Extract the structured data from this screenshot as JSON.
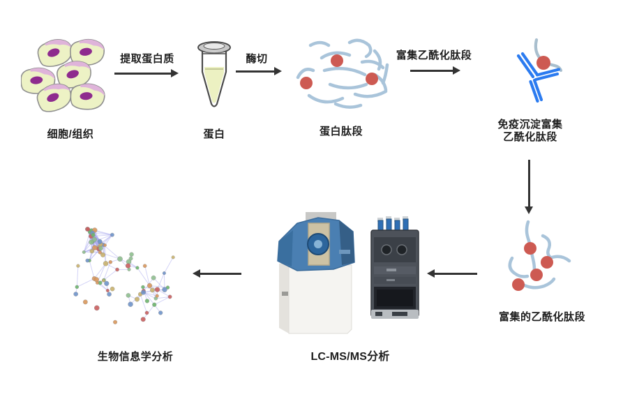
{
  "labels": {
    "cells": "细胞/组织",
    "extract_arrow": "提取蛋白质",
    "protein": "蛋白",
    "digest_arrow": "酶切",
    "peptides": "蛋白肽段",
    "enrich_arrow": "富集乙酰化肽段",
    "ip_line1": "免疫沉淀富集",
    "ip_line2": "乙酰化肽段",
    "enriched_peptides": "富集的乙酰化肽段",
    "lcms": "LC-MS/MS分析",
    "bioinformatics": "生物信息学分析"
  },
  "flow_order": [
    "细胞/组织",
    "提取蛋白质",
    "蛋白",
    "酶切",
    "蛋白肽段",
    "富集乙酰化肽段",
    "免疫沉淀富集乙酰化肽段",
    "富集的乙酰化肽段",
    "LC-MS/MS分析",
    "生物信息学分析"
  ],
  "icons": {
    "cells": "cells-icon",
    "tube": "microtube-icon",
    "peptides": "peptides-icon",
    "antibody": "antibody-icon",
    "enriched_peptides": "enriched-peptides-icon",
    "mass_spectrometer": "mass-spectrometer-icon",
    "hplc": "hplc-icon",
    "network": "network-icon"
  },
  "colors": {
    "arrow": "#333333",
    "text": "#1d1d1d",
    "peptide_strand": "#a9c4da",
    "acetyl_mark": "#cd5a52",
    "antibody_blue": "#2b7bf0",
    "cell_body": "#edf2c5",
    "cell_membrane": "#dfb4da",
    "cell_nucleus": "#8e2b8e",
    "tube_liquid": "#e6ecae",
    "ms_housing_blue": "#4a7fb2",
    "ms_cabinet": "#f5f4f1",
    "hplc_body": "#4d525a",
    "network_edge": "#a9a9ef",
    "network_palette": [
      "#6db56d",
      "#d9975c",
      "#c95f5f",
      "#6f94c9",
      "#c9b26d",
      "#8fbf8f"
    ]
  }
}
